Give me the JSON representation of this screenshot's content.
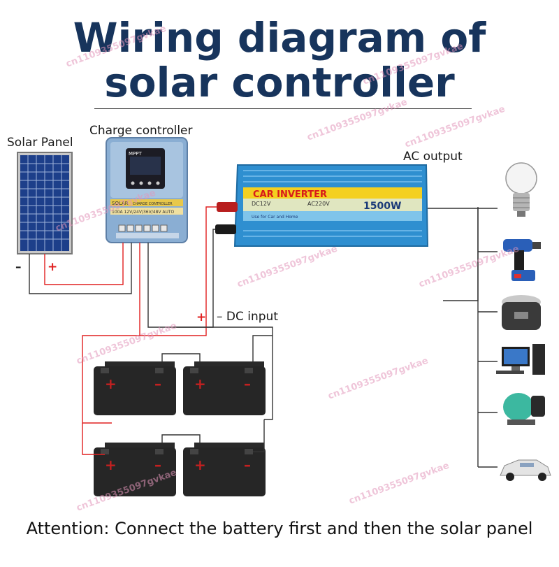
{
  "title": {
    "line1": "Wiring diagram of",
    "line2": "solar controller"
  },
  "labels": {
    "solar_panel": "Solar Panel",
    "charge_controller": "Charge controller",
    "ac_output": "AC output",
    "dc_input": "– DC input",
    "minus": "–",
    "plus": "+"
  },
  "controller": {
    "brand": "MPPT",
    "model": "SOLAR",
    "subtitle": "CHARGE CONTROLLER",
    "voltages": "100A 12V/24V/36V/48V AUTO"
  },
  "inverter": {
    "name": "CAR INVERTER",
    "input": "DC12V",
    "output": "AC220V",
    "power": "1500W",
    "tagline": "Use for Car and Home"
  },
  "battery_signs": {
    "plus": "+",
    "minus": "–"
  },
  "appliances": [
    "light-bulb",
    "power-drill",
    "rice-cooker",
    "desktop-computer",
    "water-pump",
    "car"
  ],
  "watermark": "cn1109355097gvkae",
  "attention": "Attention: Connect the battery first and then the solar panel",
  "colors": {
    "title": "#17345c",
    "positive_wire": "#e02020",
    "negative_wire": "#333333",
    "inverter": "#2f8fd0"
  }
}
